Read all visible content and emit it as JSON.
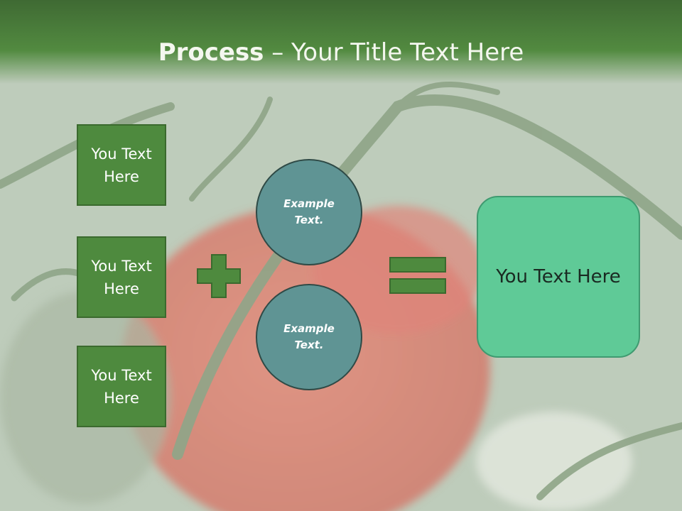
{
  "slide": {
    "title_bold": "Process",
    "title_rest": " – Your Title Text Here"
  },
  "left_boxes": [
    {
      "line1": "You Text",
      "line2": "Here"
    },
    {
      "line1": "You Text",
      "line2": "Here"
    },
    {
      "line1": "You Text",
      "line2": "Here"
    }
  ],
  "circles": [
    {
      "line1": "Example",
      "line2": "Text."
    },
    {
      "line1": "Example",
      "line2": "Text."
    }
  ],
  "result": {
    "label": "You Text Here"
  },
  "colors": {
    "header": "#4a7d3b",
    "box_fill": "#4e8a3e",
    "circle_fill": "#5f9494",
    "result_fill": "#5fca97",
    "operator": "#4e8a3e"
  }
}
